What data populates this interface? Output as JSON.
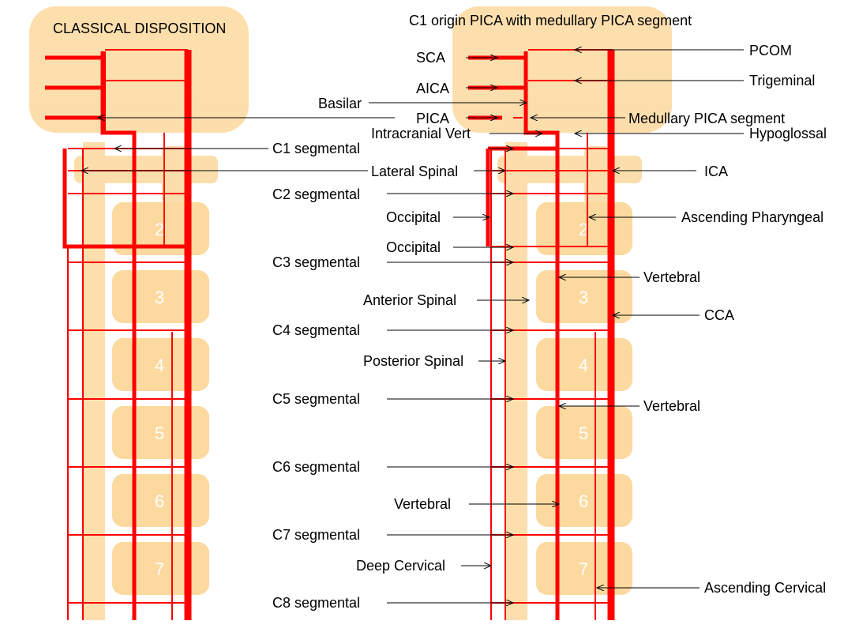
{
  "left_panel": {
    "title": "CLASSICAL DISPOSITION"
  },
  "right_panel": {
    "title": "C1 origin PICA with medullary PICA segment"
  },
  "vertebrae": [
    "2",
    "3",
    "4",
    "5",
    "6",
    "7"
  ],
  "labels": {
    "sca": "SCA",
    "aica": "AICA",
    "basilar": "Basilar",
    "pica": "PICA",
    "intracranial_vert": "Intracranial Vert",
    "c1_segmental": "C1 segmental",
    "lateral_spinal": "Lateral Spinal",
    "c2_segmental": "C2 segmental",
    "occipital_1": "Occipital",
    "occipital_2": "Occipital",
    "c3_segmental": "C3 segmental",
    "anterior_spinal": "Anterior Spinal",
    "c4_segmental": "C4 segmental",
    "posterior_spinal": "Posterior Spinal",
    "c5_segmental": "C5 segmental",
    "c6_segmental": "C6 segmental",
    "vertebral_mid": "Vertebral",
    "c7_segmental": "C7 segmental",
    "deep_cervical": "Deep Cervical",
    "c8_segmental": "C8 segmental",
    "pcom": "PCOM",
    "trigeminal": "Trigeminal",
    "medullary_pica": "Medullary PICA segment",
    "hypoglossal": "Hypoglossal",
    "ica": "ICA",
    "ascending_pharyngeal": "Ascending Pharyngeal",
    "vertebral_r1": "Vertebral",
    "cca": "CCA",
    "vertebral_r2": "Vertebral",
    "ascending_cervical": "Ascending Cervical"
  },
  "colors": {
    "artery": "#ff0000",
    "bone": "#fcd99f",
    "label": "#000000"
  }
}
